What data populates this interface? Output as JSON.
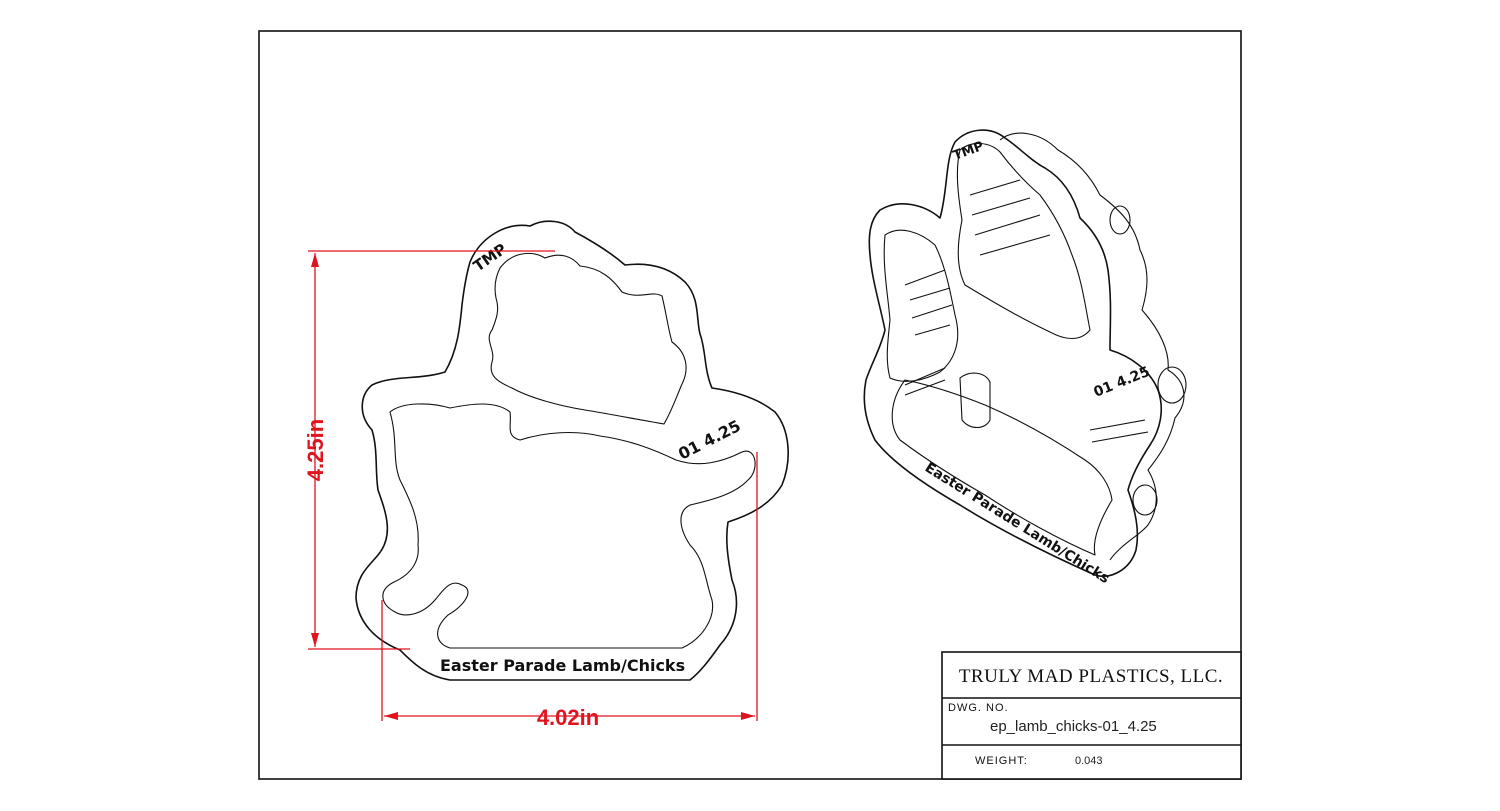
{
  "cutter": {
    "logo_text": "TMP",
    "part_code": "01 4.25",
    "name": "Easter Parade Lamb/Chicks"
  },
  "dimensions": {
    "height": "4.25in",
    "width": "4.02in"
  },
  "title_block": {
    "company": "TRULY MAD PLASTICS, LLC.",
    "dwg_no_label": "DWG. NO.",
    "dwg_no": "ep_lamb_chicks-01_4.25",
    "weight_label": "WEIGHT:",
    "weight": "0.043"
  },
  "colors": {
    "dimension": "#e0141e",
    "line": "#111111"
  }
}
